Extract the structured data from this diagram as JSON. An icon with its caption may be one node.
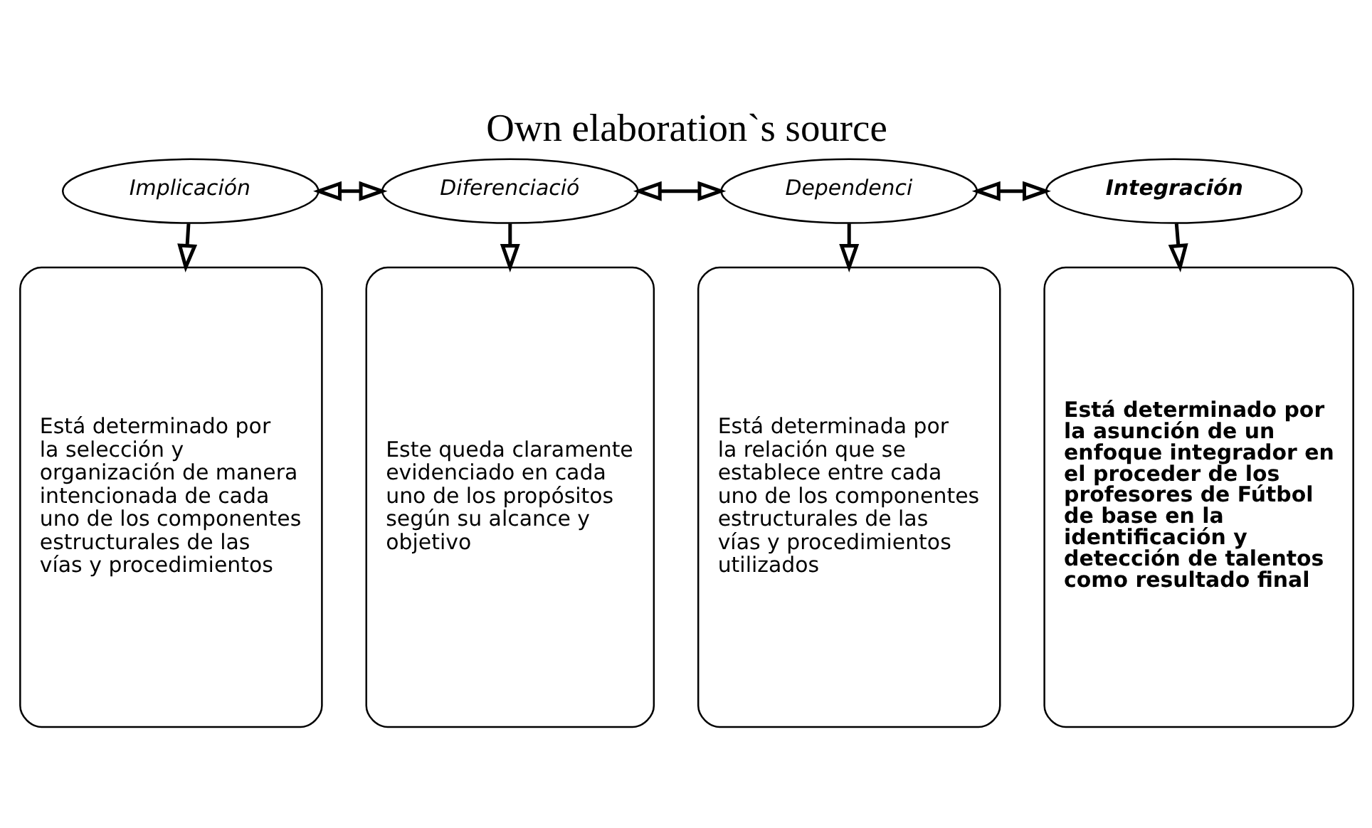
{
  "diagram": {
    "title": "Own elaboration`s source",
    "nodes": [
      {
        "text": [
          "Implicación"
        ]
      },
      {
        "text": [
          "Diferenciació"
        ]
      },
      {
        "text": [
          "Dependenci"
        ]
      },
      {
        "text": [
          "Integración"
        ]
      },
      {
        "text": [
          "Está determinado por la selección y organización de manera intencionada de cada uno de los componentes estructurales de las vías y procedimientos"
        ]
      },
      {
        "text": [
          "Este queda claramente evidenciado en cada uno de los propósitos según su alcance y objetivo"
        ]
      },
      {
        "text": [
          "Está determinada por la relación que se establece entre cada uno de los componentes estructurales de las vías y procedimientos utilizados"
        ]
      },
      {
        "text": [
          "Está determinado por la asunción de un enfoque integrador en el proceder de los profesores de Fútbol de base en la identificación y detección de talentos como resultado final"
        ]
      }
    ],
    "edges": [
      {
        "from": 0,
        "to": 1,
        "arrow": "both"
      },
      {
        "from": 1,
        "to": 2,
        "arrow": "both"
      },
      {
        "from": 2,
        "to": 3,
        "arrow": "both"
      },
      {
        "from": 0,
        "to": 4,
        "arrow": "to"
      },
      {
        "from": 1,
        "to": 5,
        "arrow": "to"
      },
      {
        "from": 2,
        "to": 6,
        "arrow": "to"
      },
      {
        "from": 3,
        "to": 7,
        "arrow": "to"
      }
    ]
  }
}
